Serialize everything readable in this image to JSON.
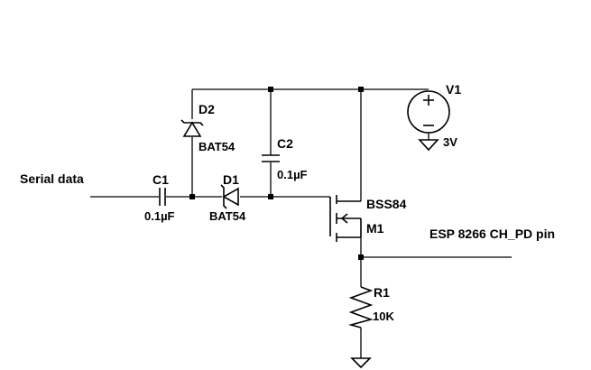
{
  "labels": {
    "serial_data": "Serial data",
    "esp_pin": "ESP 8266 CH_PD pin"
  },
  "components": {
    "c1": {
      "ref": "C1",
      "value": "0.1µF"
    },
    "c2": {
      "ref": "C2",
      "value": "0.1µF"
    },
    "d1": {
      "ref": "D1",
      "value": "BAT54"
    },
    "d2": {
      "ref": "D2",
      "value": "BAT54"
    },
    "m1": {
      "ref": "M1",
      "value": "BSS84"
    },
    "r1": {
      "ref": "R1",
      "value": "10K"
    },
    "v1": {
      "ref": "V1",
      "value": "3V"
    }
  },
  "colors": {
    "ink": "#000000",
    "background": "#ffffff"
  }
}
